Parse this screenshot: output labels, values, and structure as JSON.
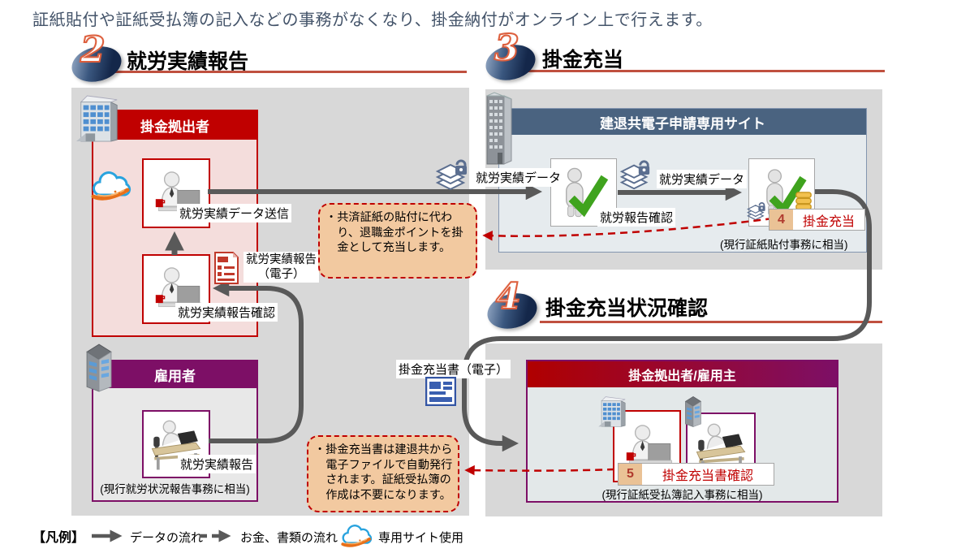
{
  "caption": "証紙貼付や証紙受払簿の記入などの事務がなくなり、掛金納付がオンライン上で行えます。",
  "sections": {
    "s2": {
      "number": "2",
      "title": "就労実績報告"
    },
    "s3": {
      "number": "3",
      "title": "掛金充当"
    },
    "s4": {
      "number": "4",
      "title": "掛金充当状況確認"
    }
  },
  "panel_a": {
    "header": "掛金拠出者",
    "box1_label": "就労実績データ送信",
    "box2_label": "就労実績報告確認"
  },
  "doc_electronic": {
    "line1": "就労実績報告",
    "line2": "（電子）"
  },
  "panel_b": {
    "header": "雇用者",
    "box_label": "就労実績報告",
    "caption": "(現行就労状況報告事務に相当)"
  },
  "panel_site": {
    "header": "建退共電子申請専用サイト",
    "box1_label": "就労報告確認",
    "caption": "(現行証紙貼付事務に相当)",
    "badge": {
      "number": "4",
      "label": "掛金充当"
    }
  },
  "panel_d": {
    "header": "掛金拠出者/雇用主",
    "caption": "(現行証紙受払簿記入事務に相当)",
    "badge": {
      "number": "5",
      "label": "掛金充当書確認"
    }
  },
  "flow_labels": {
    "data_to_site": "就労実績データ",
    "data_in_site": "就労実績データ",
    "juto_doc": "掛金充当書（電子）"
  },
  "notes": {
    "bullet": "・",
    "note1": "共済証紙の貼付に代わり、退職金ポイントを掛金として充当します。",
    "note2": "掛金充当書は建退共から電子ファイルで自動発行されます。証紙受払簿の作成は不要になります。"
  },
  "legend": {
    "title": "【凡例】",
    "data_flow": "データの流れ",
    "money_flow": "お金、書類の流れ",
    "site_use": "専用サイト使用"
  },
  "colors": {
    "accent_red": "#c00000",
    "accent_purple": "#7d0f66",
    "slate_header": "#4a6380",
    "underline_red": "#c0503f",
    "note_bg": "#f2c9a0",
    "arrow_gray": "#595959",
    "panel_gray": "#d8d8d8",
    "caption_text": "#44546a"
  }
}
